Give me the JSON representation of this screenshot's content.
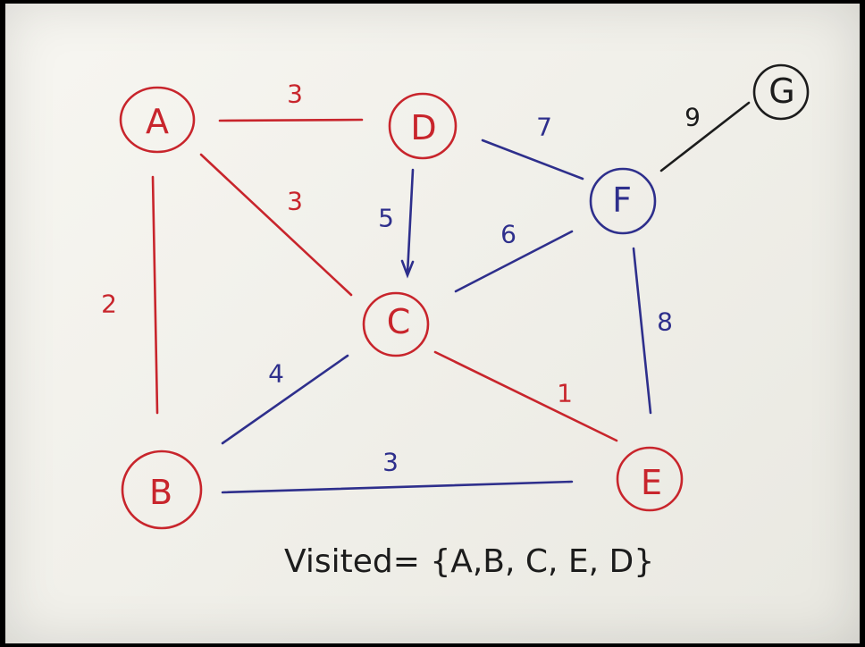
{
  "colors": {
    "visited": "#c8252c",
    "frontier": "#2e2f8c",
    "unvisited": "#1c1c1c"
  },
  "nodes": {
    "A": {
      "label": "A",
      "state": "visited"
    },
    "B": {
      "label": "B",
      "state": "visited"
    },
    "C": {
      "label": "C",
      "state": "visited"
    },
    "D": {
      "label": "D",
      "state": "visited"
    },
    "E": {
      "label": "E",
      "state": "visited"
    },
    "F": {
      "label": "F",
      "state": "frontier"
    },
    "G": {
      "label": "G",
      "state": "unvisited"
    }
  },
  "edges": [
    {
      "from": "A",
      "to": "D",
      "weight": "3",
      "state": "visited"
    },
    {
      "from": "A",
      "to": "C",
      "weight": "3",
      "state": "visited"
    },
    {
      "from": "A",
      "to": "B",
      "weight": "2",
      "state": "visited"
    },
    {
      "from": "D",
      "to": "C",
      "weight": "5",
      "state": "frontier"
    },
    {
      "from": "D",
      "to": "F",
      "weight": "7",
      "state": "frontier"
    },
    {
      "from": "C",
      "to": "F",
      "weight": "6",
      "state": "frontier"
    },
    {
      "from": "C",
      "to": "B",
      "weight": "4",
      "state": "frontier"
    },
    {
      "from": "C",
      "to": "E",
      "weight": "1",
      "state": "visited"
    },
    {
      "from": "B",
      "to": "E",
      "weight": "3",
      "state": "frontier"
    },
    {
      "from": "F",
      "to": "E",
      "weight": "8",
      "state": "frontier"
    },
    {
      "from": "F",
      "to": "G",
      "weight": "9",
      "state": "unvisited"
    }
  ],
  "caption": "Visited= {A,B, C, E, D}"
}
